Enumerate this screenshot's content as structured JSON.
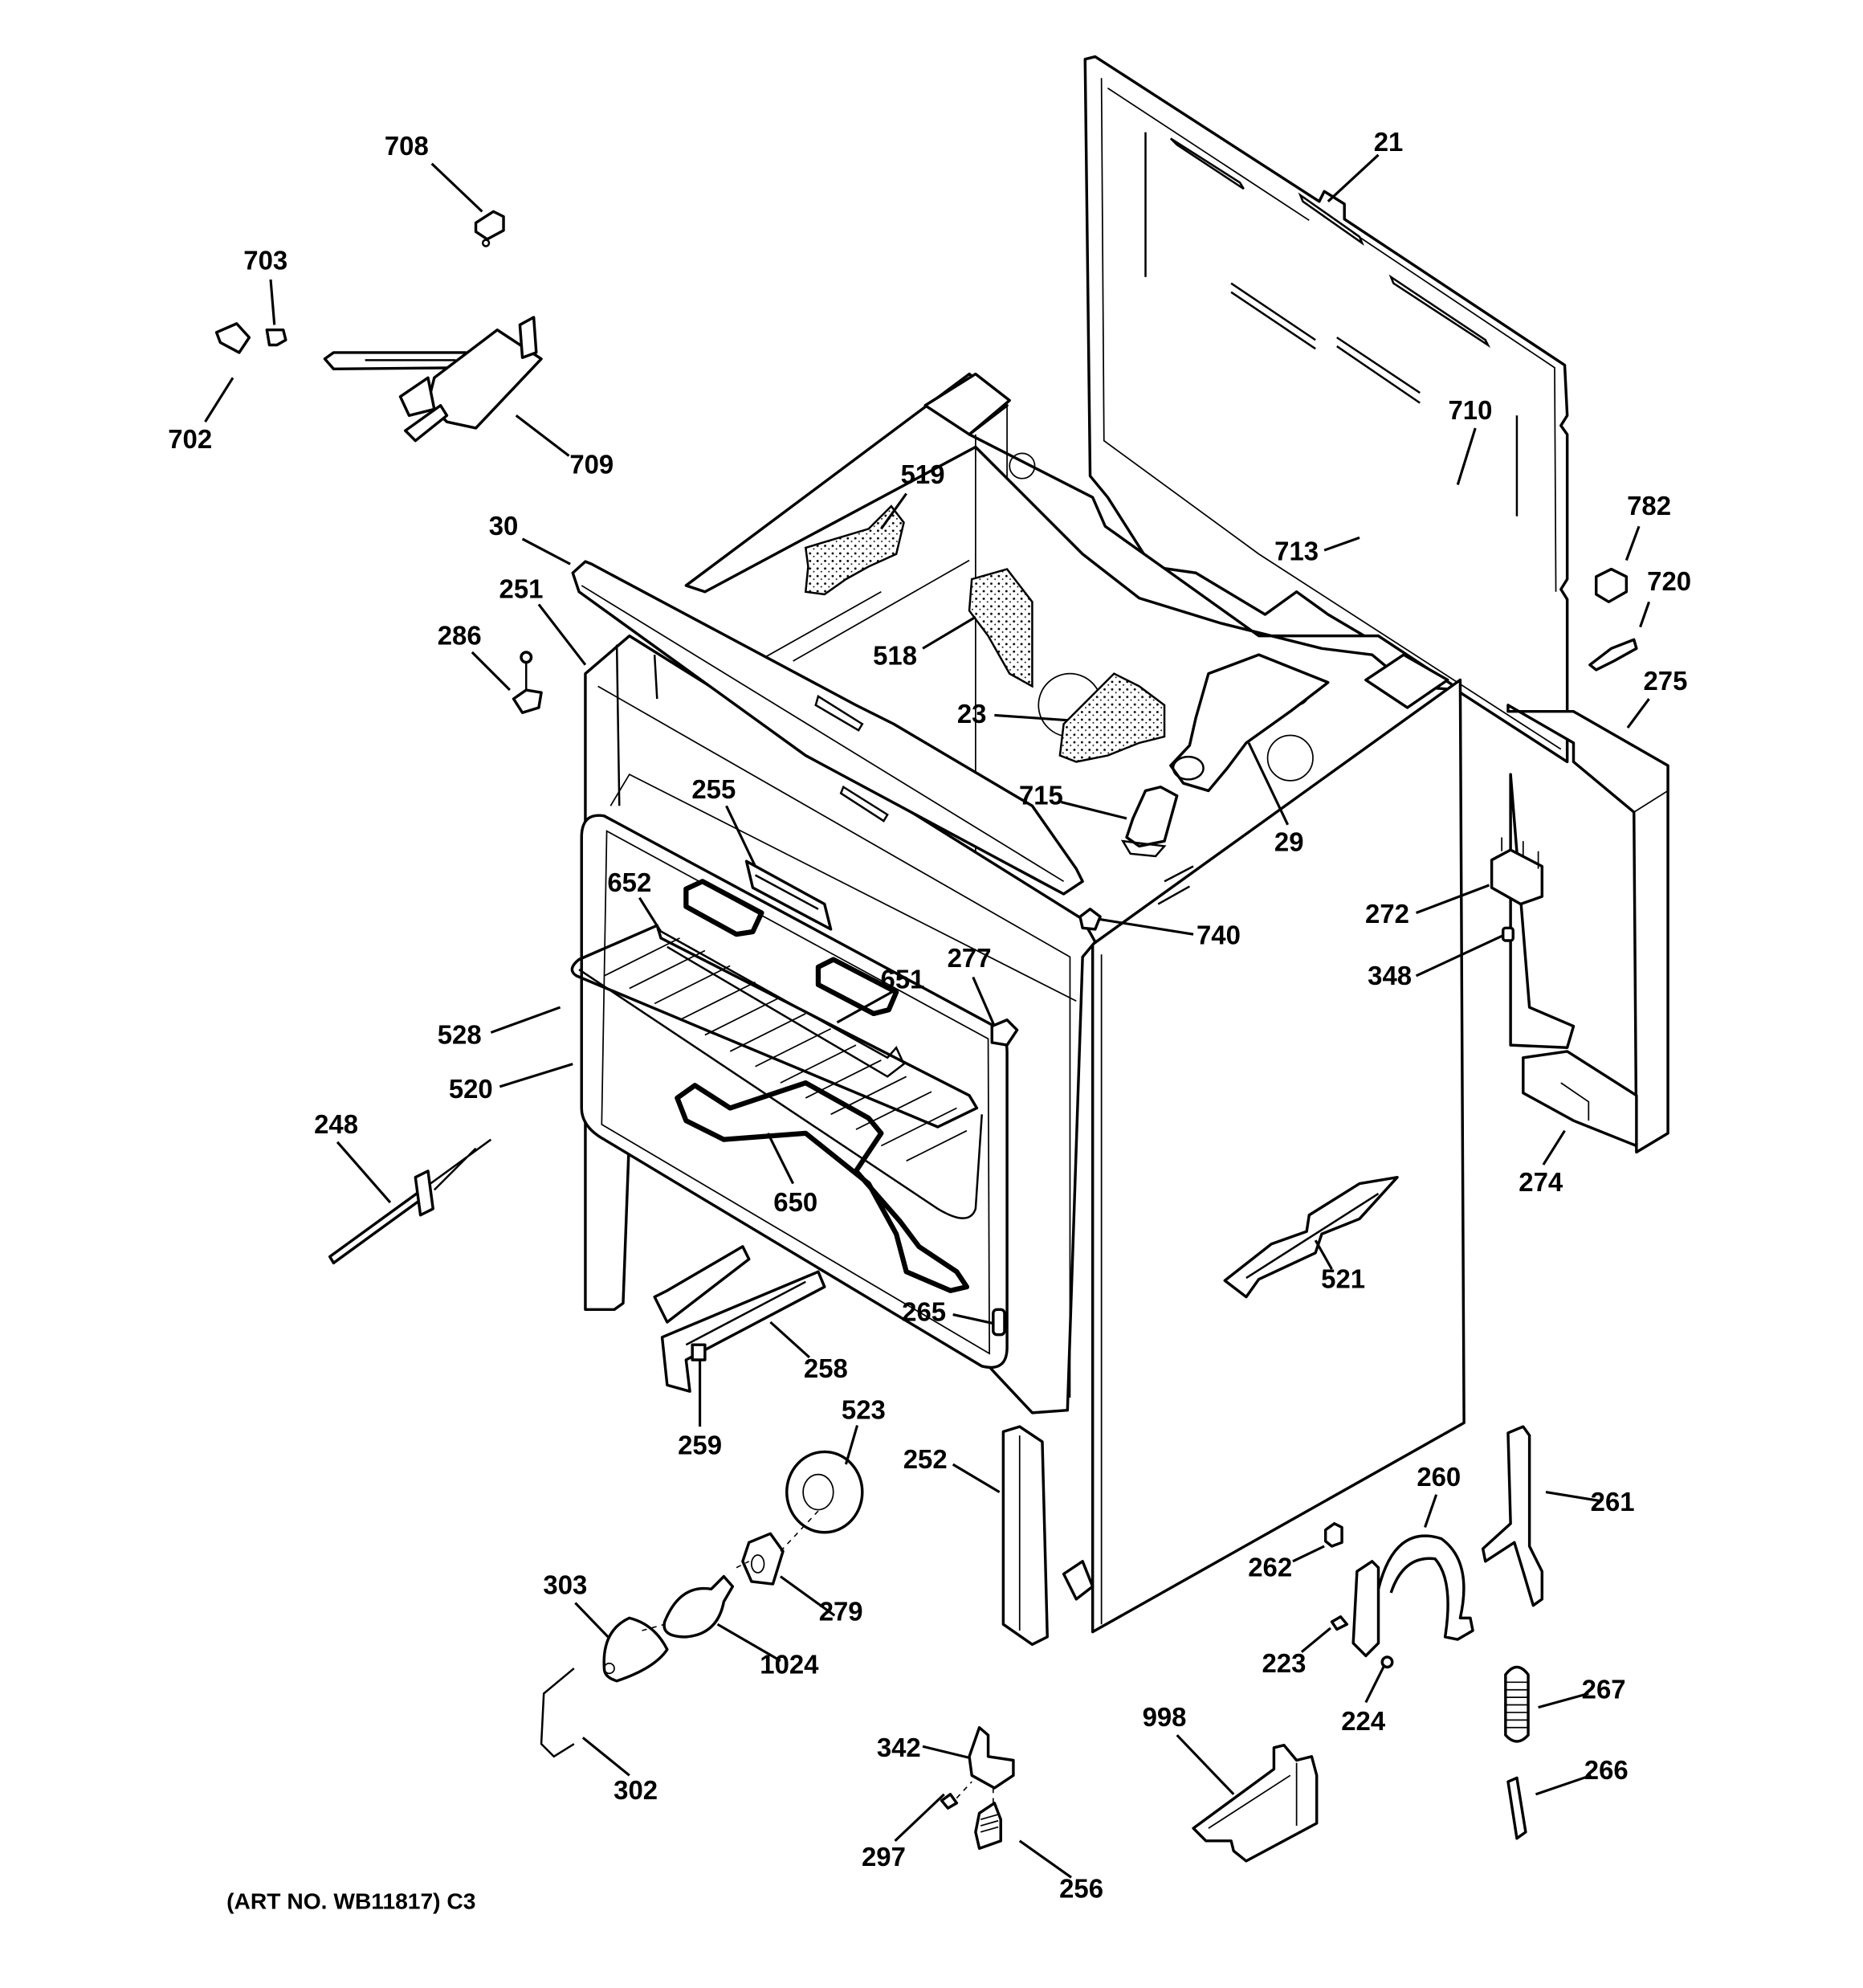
{
  "diagram": {
    "title": "Cabinet exploded parts diagram",
    "caption": "(ART NO. WB11817) C3",
    "callouts": {
      "c21": "21",
      "c23": "23",
      "c29": "29",
      "c30": "30",
      "c223": "223",
      "c224": "224",
      "c248": "248",
      "c251": "251",
      "c252": "252",
      "c255": "255",
      "c256": "256",
      "c258": "258",
      "c259": "259",
      "c260": "260",
      "c261": "261",
      "c262": "262",
      "c265": "265",
      "c266": "266",
      "c267": "267",
      "c272": "272",
      "c274": "274",
      "c275": "275",
      "c277": "277",
      "c279": "279",
      "c286": "286",
      "c297": "297",
      "c302": "302",
      "c303": "303",
      "c342": "342",
      "c348": "348",
      "c518": "518",
      "c519": "519",
      "c520": "520",
      "c521": "521",
      "c523": "523",
      "c528": "528",
      "c650": "650",
      "c651": "651",
      "c652": "652",
      "c702": "702",
      "c703": "703",
      "c708": "708",
      "c709": "709",
      "c710": "710",
      "c713": "713",
      "c715": "715",
      "c720": "720",
      "c740": "740",
      "c782": "782",
      "c998": "998",
      "c1024": "1024"
    }
  }
}
